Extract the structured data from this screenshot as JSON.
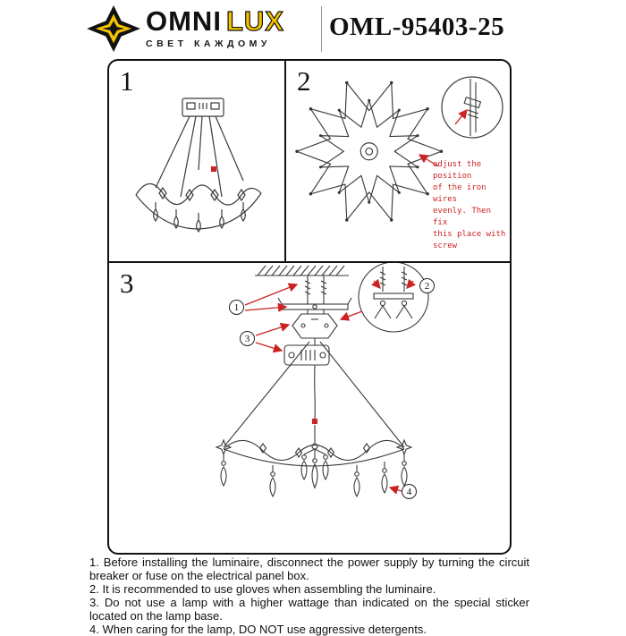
{
  "header": {
    "brand_main": "OMNI",
    "brand_accent": "LUX",
    "tagline": "СВЕТ КАЖДОМУ",
    "model": "OML-95403-25"
  },
  "steps": {
    "step1": {
      "number": "1"
    },
    "step2": {
      "number": "2",
      "note": "adjust the position\nof the iron wires\nevenly. Then fix\nthis place with\nscrew"
    },
    "step3": {
      "number": "3",
      "callouts": [
        "1",
        "2",
        "3",
        "4"
      ]
    }
  },
  "footer": {
    "items": [
      "1. Before installing the luminaire, disconnect the power supply by turning the circuit breaker or fuse on the electrical panel box.",
      "2. It is recommended to use gloves when assembling the luminaire.",
      "3. Do not use a lamp with a higher wattage than indicated on the special sticker located on the lamp base.",
      "4. When caring for the lamp, DO NOT use aggressive detergents."
    ]
  },
  "colors": {
    "accent_red": "#cc2222",
    "brand_yellow": "#f5c400",
    "ink": "#1a1a1a"
  }
}
